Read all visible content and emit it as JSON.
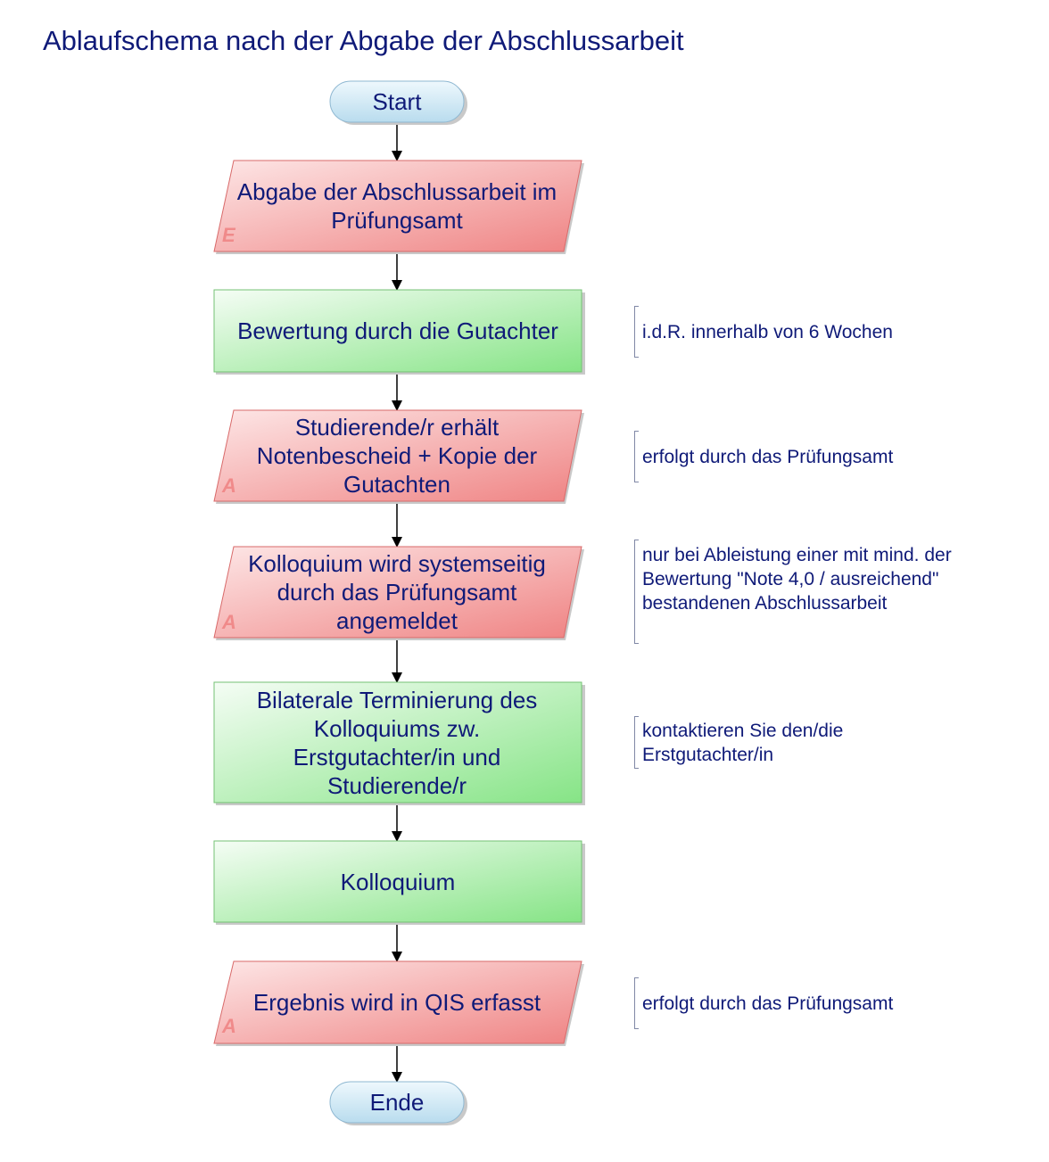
{
  "title": "Ablaufschema nach der Abgabe der Abschlussarbeit",
  "steps": {
    "start": "Start",
    "abgabe": {
      "text": "Abgabe der Abschlussarbeit im Prüfungsamt",
      "tag": "E"
    },
    "bewertung": {
      "text": "Bewertung durch die Gutachter"
    },
    "notenbescheid": {
      "text": "Studierende/r erhält Notenbescheid + Kopie der Gutachten",
      "tag": "A"
    },
    "anmeldung": {
      "text": "Kolloquium wird systemseitig durch das Prüfungsamt angemeldet",
      "tag": "A"
    },
    "terminierung": {
      "text": "Bilaterale Terminierung des Kolloquiums zw. Erstgutachter/in und Studierende/r"
    },
    "kolloquium": {
      "text": "Kolloquium"
    },
    "ergebnis": {
      "text": "Ergebnis wird in QIS erfasst",
      "tag": "A"
    },
    "ende": "Ende"
  },
  "notes": {
    "bewertung": "i.d.R. innerhalb von 6 Wochen",
    "notenbescheid": "erfolgt durch das Prüfungsamt",
    "anmeldung": "nur bei Ableistung einer mit mind. der Bewertung \"Note 4,0 / ausreichend\" bestandenen Abschlussarbeit",
    "terminierung": "kontaktieren Sie den/die Erstgutachter/in",
    "ergebnis": "erfolgt durch das Prüfungsamt"
  },
  "colors": {
    "text": "#0f1a78",
    "io_fill": "#f08c8c",
    "process_fill": "#8ce68c",
    "terminal_fill": "#cde8f5"
  }
}
